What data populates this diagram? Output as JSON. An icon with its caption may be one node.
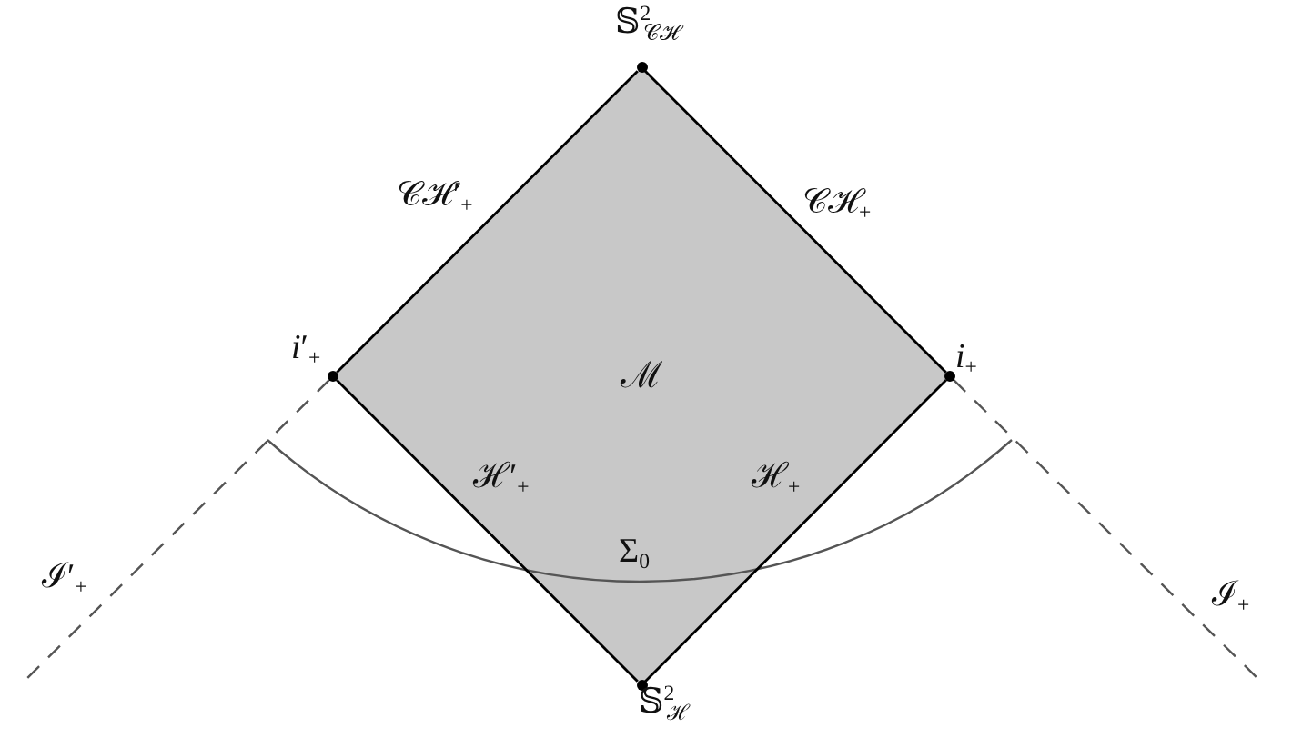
{
  "diagram": {
    "nodes": [
      {
        "text": [
          "ℳ"
        ]
      },
      {
        "text": [],
        "shape": "circle",
        "beside": [
          "𝕊$^{2}$$_{𝒞ℋ}$"
        ]
      },
      {
        "text": [],
        "shape": "circle",
        "beside": [
          "*i*′$_{+}$"
        ]
      },
      {
        "text": [],
        "shape": "circle",
        "beside": [
          "*i*$_{+}$"
        ]
      },
      {
        "text": [],
        "shape": "circle",
        "beside": [
          "𝕊$^{2}$$_{ℋ}$"
        ]
      }
    ],
    "edges": [
      {
        "from": 2,
        "to": 1,
        "arrow": "none",
        "label": "𝒞ℋ′$_{+}$"
      },
      {
        "from": 1,
        "to": 3,
        "arrow": "none",
        "label": "𝒞ℋ$_{+}$"
      },
      {
        "from": 2,
        "to": 4,
        "arrow": "none",
        "label": "ℋ′$_{+}$"
      },
      {
        "from": 3,
        "to": 4,
        "arrow": "none",
        "label": "ℋ$_{+}$"
      },
      {
        "from": 2,
        "to": null,
        "arrow": "none",
        "label": "ℐ′$_{+}$",
        "style": "dashed",
        "color": "#555555"
      },
      {
        "from": 3,
        "to": null,
        "arrow": "none",
        "label": "ℐ$_{+}$",
        "style": "dashed",
        "color": "#555555"
      }
    ],
    "labels": [
      "Σ$_{0}$"
    ]
  }
}
